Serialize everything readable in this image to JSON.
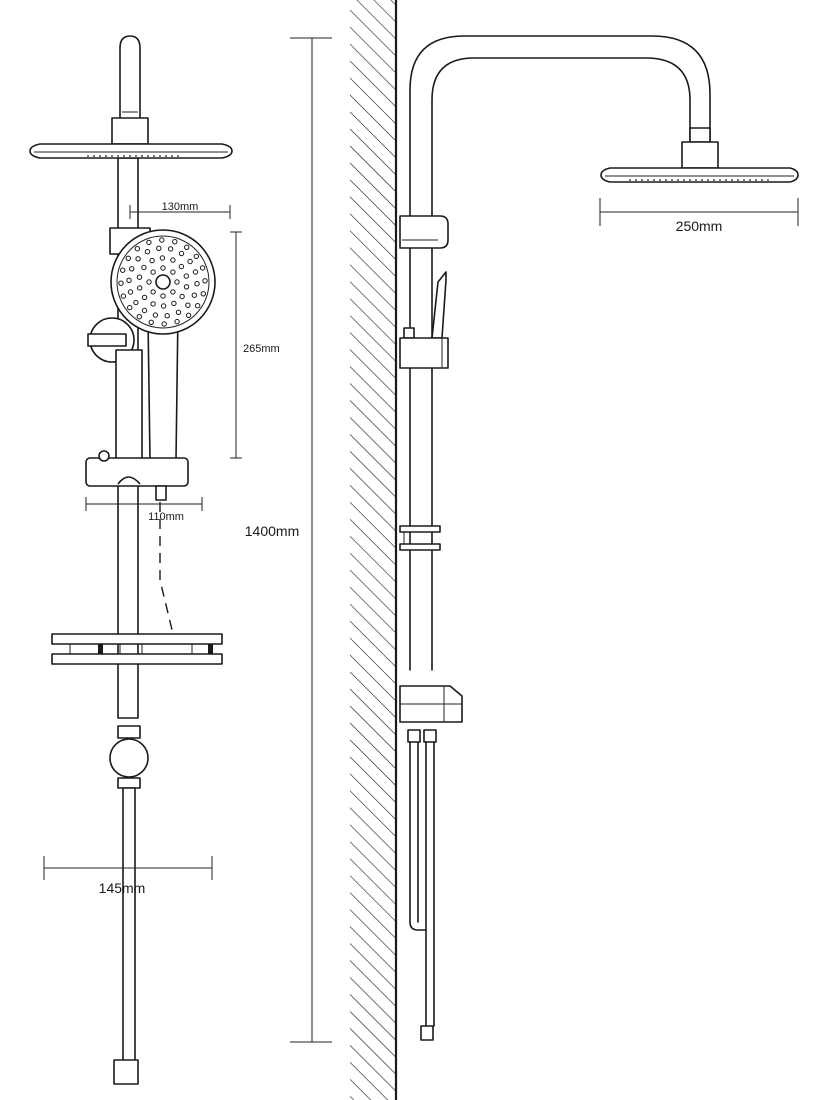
{
  "dimensions": {
    "arm_length": "130mm",
    "handset_height": "265mm",
    "holder_width": "110mm",
    "bracket_width": "145mm",
    "total_height": "1400mm",
    "head_diameter": "250mm"
  },
  "colors": {
    "line": "#1a1a1a",
    "background": "#ffffff"
  },
  "spray_holes": 60
}
